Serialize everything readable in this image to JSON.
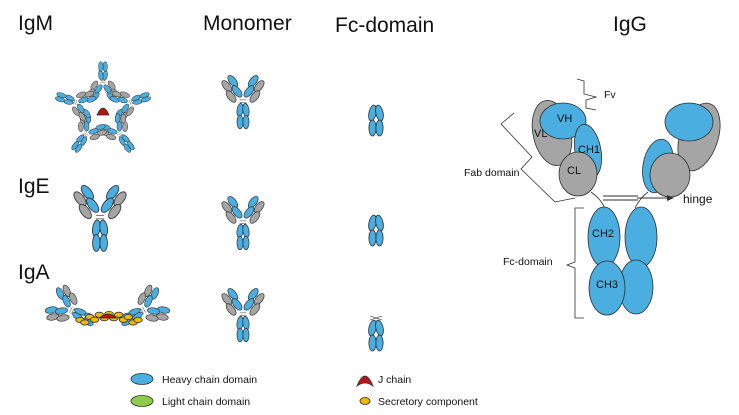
{
  "headings": {
    "igm": "IgM",
    "monomer": "Monomer",
    "fc_domain": "Fc-domain",
    "igg": "IgG",
    "ige": "IgE",
    "iga": "IgA"
  },
  "igg_labels": {
    "vh": "VH",
    "vl": "VL",
    "ch1": "CH1",
    "cl": "CL",
    "ch2": "CH2",
    "ch3": "CH3",
    "fv": "Fv",
    "fab_domain": "Fab domain",
    "hinge": "hinge",
    "fc_domain": "Fc-domain"
  },
  "legend": [
    {
      "label": "Heavy chain domain",
      "color": "#4aaee0"
    },
    {
      "label": "Light chain domain",
      "color": "#8ccc4a"
    },
    {
      "label": "J chain",
      "color": "#b81414"
    },
    {
      "label": "Secretory component",
      "color": "#f2b800"
    }
  ],
  "colors": {
    "heavy": "#4aaee0",
    "light_grey": "#a5a5a5",
    "j_chain": "#b81414",
    "secretory": "#f2b800",
    "outline": "#2f2f2f"
  }
}
